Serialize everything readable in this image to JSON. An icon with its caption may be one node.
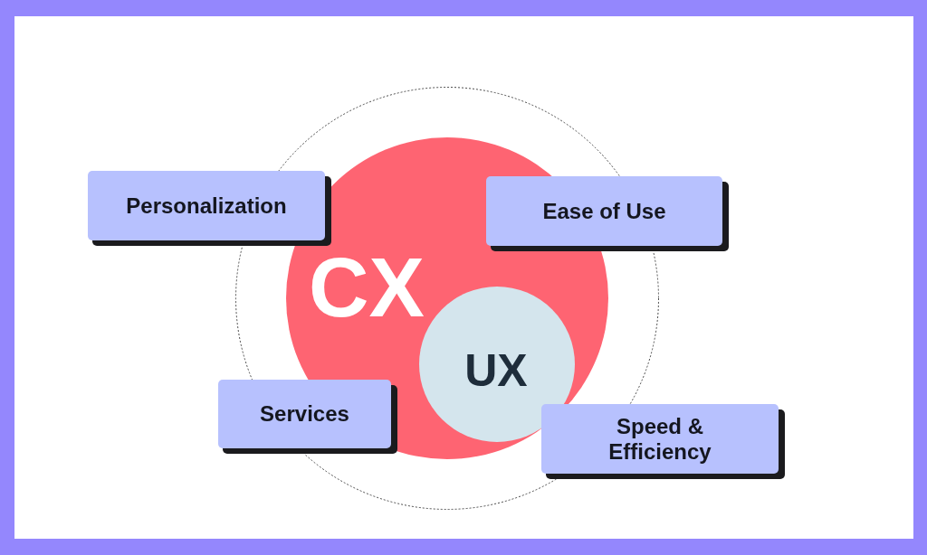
{
  "diagram": {
    "nodes": [
      {
        "text": [],
        "shape": "circle"
      },
      {
        "text": [
          "CX"
        ],
        "in": 0
      },
      {
        "text": [
          "Personalization"
        ]
      },
      {
        "text": [
          "Ease of Use"
        ]
      },
      {
        "text": [
          "UX"
        ],
        "in": 1
      },
      {
        "text": [
          "Services"
        ]
      },
      {
        "text": [
          "Speed & Efficiency"
        ]
      }
    ]
  }
}
